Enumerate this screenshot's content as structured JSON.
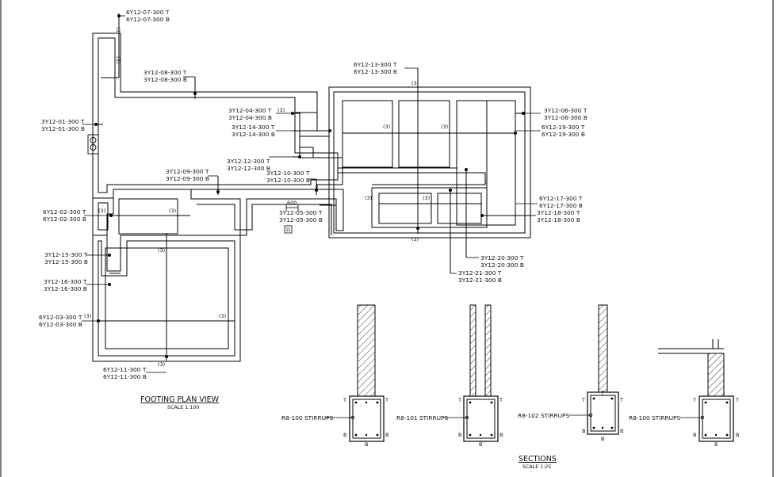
{
  "plan": {
    "title": "FOOTING PLAN VIEW",
    "scale": "SCALE 1:100",
    "labels": {
      "l07": [
        "6Y12-07-300 T",
        "6Y12-07-300 B"
      ],
      "l08": [
        "3Y12-08-300 T",
        "3Y12-08-300 B"
      ],
      "l01": [
        "3Y12-01-300 T",
        "3Y12-01-300 B"
      ],
      "l04": [
        "3Y12-04-300 T",
        "3Y12-04-300 B"
      ],
      "l14": [
        "3Y12-14-300 T",
        "3Y12-14-300 B"
      ],
      "l12": [
        "3Y12-12-300 T",
        "3Y12-12-300 B"
      ],
      "l09": [
        "3Y12-09-300 T",
        "3Y12-09-300 B"
      ],
      "l10": [
        "3Y12-10-300 T",
        "3Y12-10-300 B"
      ],
      "l02": [
        "6Y12-02-300 T",
        "6Y12-02-300 B"
      ],
      "l05": [
        "3Y12-05-300 T",
        "3Y12-05-300 B"
      ],
      "l15": [
        "3Y12-15-300 T",
        "3Y12-15-300 B"
      ],
      "l16": [
        "3Y12-16-300 T",
        "3Y12-16-300 B"
      ],
      "l03": [
        "6Y12-03-300 T",
        "6Y12-03-300 B"
      ],
      "l11": [
        "6Y12-11-300 T",
        "6Y12-11-300 B"
      ],
      "l13": [
        "6Y12-13-300 T",
        "6Y12-13-300 B"
      ],
      "l06": [
        "3Y12-06-300 T",
        "3Y12-06-300 B"
      ],
      "l19": [
        "6Y12-19-300 T",
        "6Y12-19-300 B"
      ],
      "l17": [
        "6Y12-17-300 T",
        "6Y12-17-300 B"
      ],
      "l18": [
        "3Y12-18-300 T",
        "3Y12-18-300 B"
      ],
      "l20": [
        "3Y12-20-300 T",
        "3Y12-20-300 B"
      ],
      "l21": [
        "3Y12-21-300 T",
        "3Y12-21-300 B"
      ]
    },
    "count_mark": "(3)",
    "dim_600": "600",
    "tag_d": "D",
    "tag_c": "c"
  },
  "sections": {
    "title": "SECTIONS",
    "scale": "SCALE 1:25",
    "top_mark": "T",
    "bottom_mark": "B",
    "s1_stirrups": "R8-100 STIRRUPS",
    "s2_stirrups": "R8-101 STIRRUPS",
    "s3_stirrups": "R8-102 STIRRUPS",
    "s4_stirrups": "R8-100 STIRRUPS"
  }
}
